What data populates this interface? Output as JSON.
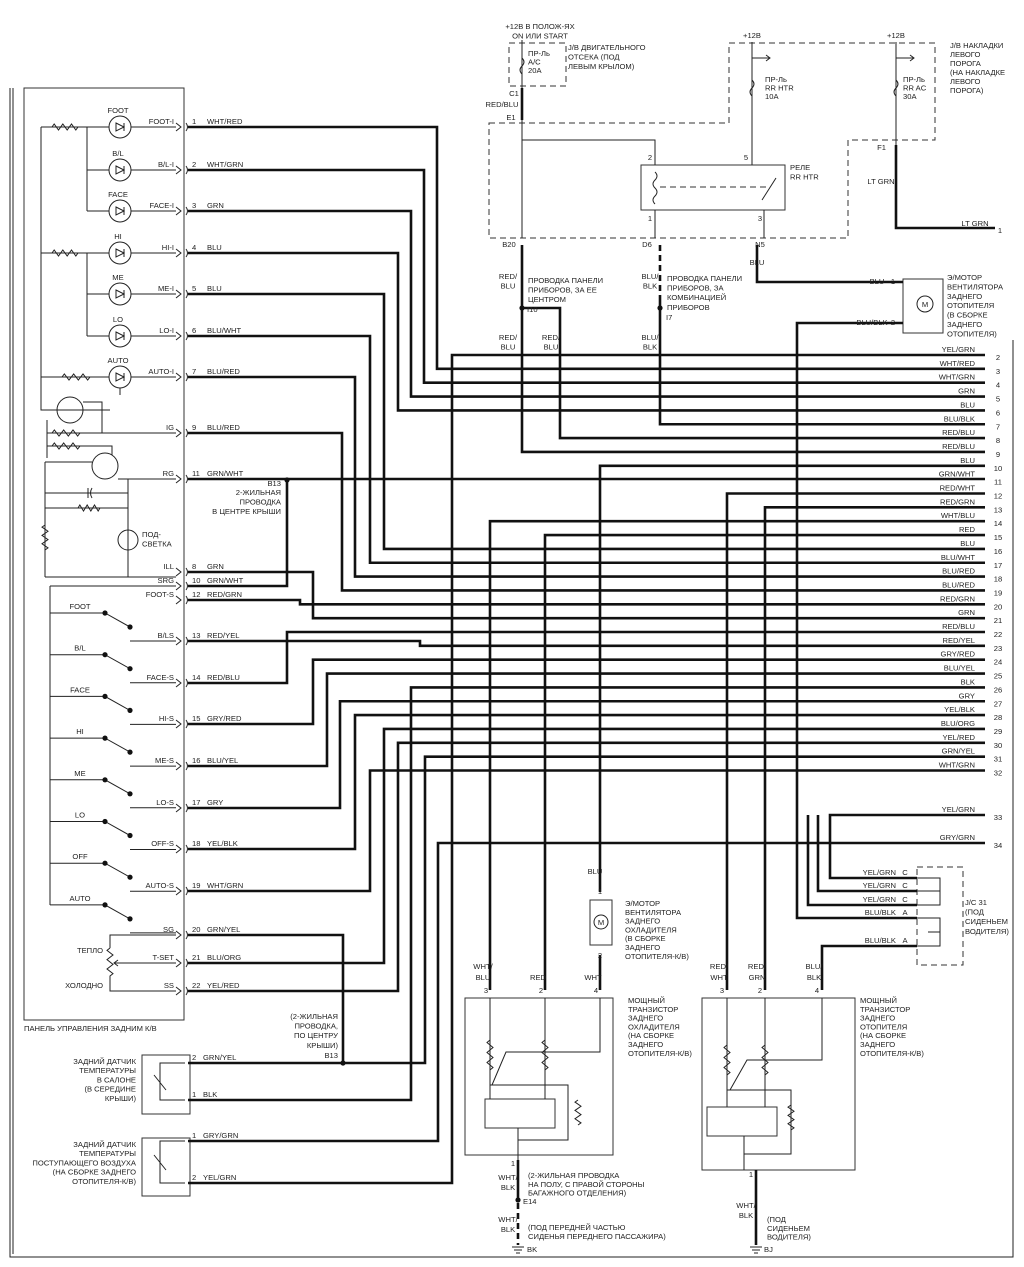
{
  "top": {
    "ign_supply": [
      "+12В В ПОЛОЖ-ЯХ",
      "ON ИЛИ START"
    ],
    "fuse_ac": [
      "ПР-Ль",
      "A/C",
      "20A"
    ],
    "jb_engine": [
      "J/B ДВИГАТЕЛЬНОГО",
      "ОТСЕКА (ПОД",
      "ЛЕВЫМ КРЫЛОМ)"
    ],
    "c1": "C1",
    "red_blu": "RED/BLU",
    "e1": "E1",
    "plus12_a": "+12В",
    "plus12_b": "+12В",
    "fuse_rrhtr": [
      "ПР-Ль",
      "RR HTR",
      "10A"
    ],
    "fuse_rrac": [
      "ПР-Ль",
      "RR AC",
      "30A"
    ],
    "jb_sill": [
      "J/B НАКЛАДКИ",
      "ЛЕВОГО",
      "ПОРОГА",
      "(НА НАКЛАДКЕ",
      "ЛЕВОГО",
      "ПОРОГА)"
    ],
    "f1": "F1",
    "lt_grn_1": "LT GRN",
    "lt_grn_2": "LT GRN",
    "lt_grn_pin": "1",
    "relay_label": [
      "РЕЛЕ",
      "RR HTR"
    ],
    "relay_pins": [
      "2",
      "5",
      "1",
      "3"
    ],
    "b20": "B20",
    "d6": "D6",
    "n5": "N5",
    "n5_wire": "BLU",
    "ip_center_wire": [
      "RED/",
      "BLU"
    ],
    "ip_center": [
      "ПРОВОДКА ПАНЕЛИ",
      "ПРИБОРОВ, ЗА ЕЕ",
      "ЦЕНТРОМ"
    ],
    "i10": "I10",
    "ip_cluster_wire": [
      "BLU/",
      "BLK"
    ],
    "ip_cluster": [
      "ПРОВОДКА ПАНЕЛИ",
      "ПРИБОРОВ, ЗА",
      "КОМБИНАЦИЕЙ",
      "ПРИБОРОВ"
    ],
    "i7": "I7",
    "low_wire_1": [
      "RED/",
      "BLU"
    ],
    "low_wire_2": [
      "RED/",
      "BLU"
    ],
    "low_wire_3": [
      "BLU/",
      "BLK"
    ]
  },
  "heater_motor": {
    "wire1": "BLU",
    "pin1": "1",
    "wire2": "BLU/BLK",
    "pin2": "2",
    "label": [
      "Э/МОТОР",
      "ВЕНТИЛЯТОРА",
      "ЗАДНЕГО",
      "ОТОПИТЕЛЯ",
      "(В СБОРКЕ",
      "ЗАДНЕГО",
      "ОТОПИТЕЛЯ)"
    ]
  },
  "panel": {
    "caption": "ПАНЕЛЬ УПРАВЛЕНИЯ ЗАДНИМ К/В",
    "led_labels": [
      "FOOT",
      "B/L",
      "FACE",
      "HI",
      "ME",
      "LO",
      "AUTO"
    ],
    "switch_labels": [
      "FOOT",
      "B/L",
      "FACE",
      "HI",
      "ME",
      "LO",
      "OFF",
      "AUTO"
    ],
    "backlight": [
      "ПОД-",
      "СВЕТКА"
    ],
    "warm": "ТЕПЛО",
    "cold": "ХОЛОДНО",
    "pins": [
      {
        "signal": "FOOT-I",
        "pin": "1",
        "wire": "WHT/RED"
      },
      {
        "signal": "B/L-I",
        "pin": "2",
        "wire": "WHT/GRN"
      },
      {
        "signal": "FACE-I",
        "pin": "3",
        "wire": "GRN"
      },
      {
        "signal": "HI-I",
        "pin": "4",
        "wire": "BLU"
      },
      {
        "signal": "ME-I",
        "pin": "5",
        "wire": "BLU"
      },
      {
        "signal": "LO-I",
        "pin": "6",
        "wire": "BLU/WHT"
      },
      {
        "signal": "AUTO-I",
        "pin": "7",
        "wire": "BLU/RED"
      },
      {
        "signal": "IG",
        "pin": "9",
        "wire": "BLU/RED"
      },
      {
        "signal": "RG",
        "pin": "11",
        "wire": "GRN/WHT"
      },
      {
        "signal": "ILL",
        "pin": "8",
        "wire": "GRN"
      },
      {
        "signal": "SRG",
        "pin": "10",
        "wire": "GRN/WHT"
      },
      {
        "signal": "FOOT-S",
        "pin": "12",
        "wire": "RED/GRN"
      },
      {
        "signal": "B/LS",
        "pin": "13",
        "wire": "RED/YEL"
      },
      {
        "signal": "FACE-S",
        "pin": "14",
        "wire": "RED/BLU"
      },
      {
        "signal": "HI-S",
        "pin": "15",
        "wire": "GRY/RED"
      },
      {
        "signal": "ME-S",
        "pin": "16",
        "wire": "BLU/YEL"
      },
      {
        "signal": "LO-S",
        "pin": "17",
        "wire": "GRY"
      },
      {
        "signal": "OFF-S",
        "pin": "18",
        "wire": "YEL/BLK"
      },
      {
        "signal": "AUTO-S",
        "pin": "19",
        "wire": "WHT/GRN"
      },
      {
        "signal": "SG",
        "pin": "20",
        "wire": "GRN/YEL"
      },
      {
        "signal": "T-SET",
        "pin": "21",
        "wire": "BLU/ORG"
      },
      {
        "signal": "SS",
        "pin": "22",
        "wire": "YEL/RED"
      }
    ]
  },
  "roof_splice_top": {
    "id": "B13",
    "note": [
      "2-ЖИЛЬНАЯ",
      "ПРОВОДКА",
      "В ЦЕНТРЕ КРЫШИ"
    ]
  },
  "roof_splice_bottom": {
    "id": "B13",
    "note": [
      "(2-ЖИЛЬНАЯ",
      "ПРОВОДКА,",
      "ПО ЦЕНТРУ",
      "КРЫШИ)"
    ]
  },
  "harness": {
    "rows": [
      {
        "pin": "2",
        "wire": "YEL/GRN"
      },
      {
        "pin": "3",
        "wire": "WHT/RED"
      },
      {
        "pin": "4",
        "wire": "WHT/GRN"
      },
      {
        "pin": "5",
        "wire": "GRN"
      },
      {
        "pin": "6",
        "wire": "BLU"
      },
      {
        "pin": "7",
        "wire": "BLU/BLK"
      },
      {
        "pin": "8",
        "wire": "RED/BLU"
      },
      {
        "pin": "9",
        "wire": "RED/BLU"
      },
      {
        "pin": "10",
        "wire": "BLU"
      },
      {
        "pin": "11",
        "wire": "GRN/WHT"
      },
      {
        "pin": "12",
        "wire": "RED/WHT"
      },
      {
        "pin": "13",
        "wire": "RED/GRN"
      },
      {
        "pin": "14",
        "wire": "WHT/BLU"
      },
      {
        "pin": "15",
        "wire": "RED"
      },
      {
        "pin": "16",
        "wire": "BLU"
      },
      {
        "pin": "17",
        "wire": "BLU/WHT"
      },
      {
        "pin": "18",
        "wire": "BLU/RED"
      },
      {
        "pin": "19",
        "wire": "BLU/RED"
      },
      {
        "pin": "20",
        "wire": "RED/GRN"
      },
      {
        "pin": "21",
        "wire": "GRN"
      },
      {
        "pin": "22",
        "wire": "RED/BLU"
      },
      {
        "pin": "23",
        "wire": "RED/YEL"
      },
      {
        "pin": "24",
        "wire": "GRY/RED"
      },
      {
        "pin": "25",
        "wire": "BLU/YEL"
      },
      {
        "pin": "26",
        "wire": "BLK"
      },
      {
        "pin": "27",
        "wire": "GRY"
      },
      {
        "pin": "28",
        "wire": "YEL/BLK"
      },
      {
        "pin": "29",
        "wire": "BLU/ORG"
      },
      {
        "pin": "30",
        "wire": "YEL/RED"
      },
      {
        "pin": "31",
        "wire": "GRN/YEL"
      },
      {
        "pin": "32",
        "wire": "WHT/GRN"
      },
      {
        "pin": "33",
        "wire": "YEL/GRN"
      },
      {
        "pin": "34",
        "wire": "GRY/GRN"
      }
    ]
  },
  "jc31": {
    "rows": [
      {
        "wire": "YEL/GRN",
        "pin": "C"
      },
      {
        "wire": "YEL/GRN",
        "pin": "C"
      },
      {
        "wire": "YEL/GRN",
        "pin": "C"
      },
      {
        "wire": "BLU/BLK",
        "pin": "A"
      },
      {
        "wire": "BLU/BLK",
        "pin": "A"
      }
    ],
    "label": [
      "J/C 31",
      "(ПОД",
      "СИДЕНЬЕМ",
      "ВОДИТЕЛЯ)"
    ]
  },
  "cooler_motor": {
    "wire": "BLU",
    "pin1": "1",
    "pin2": "2",
    "label": [
      "Э/МОТОР",
      "ВЕНТИЛЯТОРА",
      "ЗАДНЕГО",
      "ОХЛАДИТЕЛЯ",
      "(В СБОРКЕ",
      "ЗАДНЕГО",
      "ОТОПИТЕЛЯ-К/В)"
    ]
  },
  "cooler_transistor": {
    "wires": [
      [
        "WHT/",
        "BLU"
      ],
      [
        "RED"
      ],
      [
        "WHT"
      ]
    ],
    "pins": [
      "3",
      "2",
      "4"
    ],
    "label": [
      "МОЩНЫЙ",
      "ТРАНЗИСТОР",
      "ЗАДНЕГО",
      "ОХЛАДИТЕЛЯ",
      "(НА СБОРКЕ",
      "ЗАДНЕГО",
      "ОТОПИТЕЛЯ-К/В)"
    ],
    "gnd_pin": "1",
    "gnd_wire_1": [
      "WHT/",
      "BLK"
    ],
    "note_1": [
      "(2-ЖИЛЬНАЯ ПРОВОДКА",
      "НА ПОЛУ, С ПРАВОЙ СТОРОНЫ",
      "БАГАЖНОГО ОТДЕЛЕНИЯ)"
    ],
    "splice": "E14",
    "gnd_wire_2": [
      "WHT/",
      "BLK"
    ],
    "note_2": [
      "(ПОД ПЕРЕДНЕЙ ЧАСТЬЮ",
      "СИДЕНЬЯ ПЕРЕДНЕГО ПАССАЖИРА)"
    ],
    "ground": "BK"
  },
  "heater_transistor": {
    "wires": [
      [
        "RED/",
        "WHT"
      ],
      [
        "RED/",
        "GRN"
      ],
      [
        "BLU/",
        "BLK"
      ]
    ],
    "pins": [
      "3",
      "2",
      "4"
    ],
    "label": [
      "МОЩНЫЙ",
      "ТРАНЗИСТОР",
      "ЗАДНЕГО",
      "ОТОПИТЕЛЯ",
      "(НА СБОРКЕ",
      "ЗАДНЕГО",
      "ОТОПИТЕЛЯ-К/В)"
    ],
    "gnd_pin": "1",
    "gnd_wire": [
      "WHT/",
      "BLK"
    ],
    "note": [
      "(ПОД",
      "СИДЕНЬЕМ",
      "ВОДИТЕЛЯ)"
    ],
    "ground": "BJ"
  },
  "sensor_cabin": {
    "label": [
      "ЗАДНИЙ ДАТЧИК",
      "ТЕМПЕРАТУРЫ",
      "В САЛОНЕ",
      "(В СЕРЕДИНЕ",
      "КРЫШИ)"
    ],
    "pins": [
      {
        "pin": "2",
        "wire": "GRN/YEL"
      },
      {
        "pin": "1",
        "wire": "BLK"
      }
    ]
  },
  "sensor_intake": {
    "label": [
      "ЗАДНИЙ ДАТЧИК",
      "ТЕМПЕРАТУРЫ",
      "ПОСТУПАЮЩЕГО ВОЗДУХА",
      "(НА СБОРКЕ ЗАДНЕГО",
      "ОТОПИТЕЛЯ-К/В)"
    ],
    "pins": [
      {
        "pin": "1",
        "wire": "GRY/GRN"
      },
      {
        "pin": "2",
        "wire": "YEL/GRN"
      }
    ]
  }
}
